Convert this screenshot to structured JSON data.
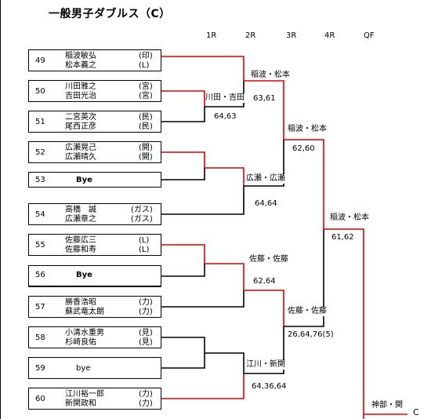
{
  "title": "一般男子ダブルス（C）",
  "rounds": [
    "1R",
    "2R",
    "3R",
    "4R",
    "QF"
  ],
  "entries": [
    {
      "seed": "49",
      "players": [
        {
          "name": "稲波敏弘",
          "aff": "(印)"
        },
        {
          "name": "松本義之",
          "aff": "(L)"
        }
      ]
    },
    {
      "seed": "50",
      "players": [
        {
          "name": "川田雅之",
          "aff": "(宮)"
        },
        {
          "name": "吉田光治",
          "aff": "(宮)"
        }
      ]
    },
    {
      "seed": "51",
      "players": [
        {
          "name": "二宮英次",
          "aff": "(民)"
        },
        {
          "name": "尾西正彦",
          "aff": "(民)"
        }
      ]
    },
    {
      "seed": "52",
      "players": [
        {
          "name": "広瀬晃己",
          "aff": "(開)"
        },
        {
          "name": "広瀬晴久",
          "aff": "(開)"
        }
      ]
    },
    {
      "seed": "53",
      "bye": "Bye"
    },
    {
      "seed": "54",
      "players": [
        {
          "name": "高橋　誠",
          "aff": "(ガス)"
        },
        {
          "name": "広瀬章之",
          "aff": "(ガス)"
        }
      ]
    },
    {
      "seed": "55",
      "players": [
        {
          "name": "佐藤広三",
          "aff": "(L)"
        },
        {
          "name": "佐藤和寿",
          "aff": "(L)"
        }
      ]
    },
    {
      "seed": "56",
      "bye": "Bye"
    },
    {
      "seed": "57",
      "players": [
        {
          "name": "勝香浩昭",
          "aff": "(力)"
        },
        {
          "name": "蘇武竜太朗",
          "aff": "(力)"
        }
      ]
    },
    {
      "seed": "58",
      "players": [
        {
          "name": "小清水重男",
          "aff": "(見)"
        },
        {
          "name": "杉崎良佑",
          "aff": "(見)"
        }
      ]
    },
    {
      "seed": "59",
      "bye": "bye"
    },
    {
      "seed": "60",
      "players": [
        {
          "name": "江川裕一郎",
          "aff": "(力)"
        },
        {
          "name": "新関政和",
          "aff": "(力)"
        }
      ]
    }
  ],
  "results": [
    {
      "winner": "川田・吉田",
      "score": "64,63"
    },
    {
      "winner": "稲波・松本",
      "score": "63,61"
    },
    {
      "winner": "広瀬・広瀬",
      "score": "64,64"
    },
    {
      "winner": "稲波・松本",
      "score": "62,60"
    },
    {
      "winner": "佐藤・佐藤",
      "score": "62,64"
    },
    {
      "winner": "江川・新関",
      "score": "64,36,64"
    },
    {
      "winner": "佐藤・佐藤",
      "score": "26,64,76(5)"
    },
    {
      "winner": "稲波・松本",
      "score": "61,62"
    },
    {
      "winner": "神部・関",
      "score": ""
    }
  ],
  "continuation_char": "C",
  "colors": {
    "win_line": "#e00000",
    "line": "#000000"
  }
}
